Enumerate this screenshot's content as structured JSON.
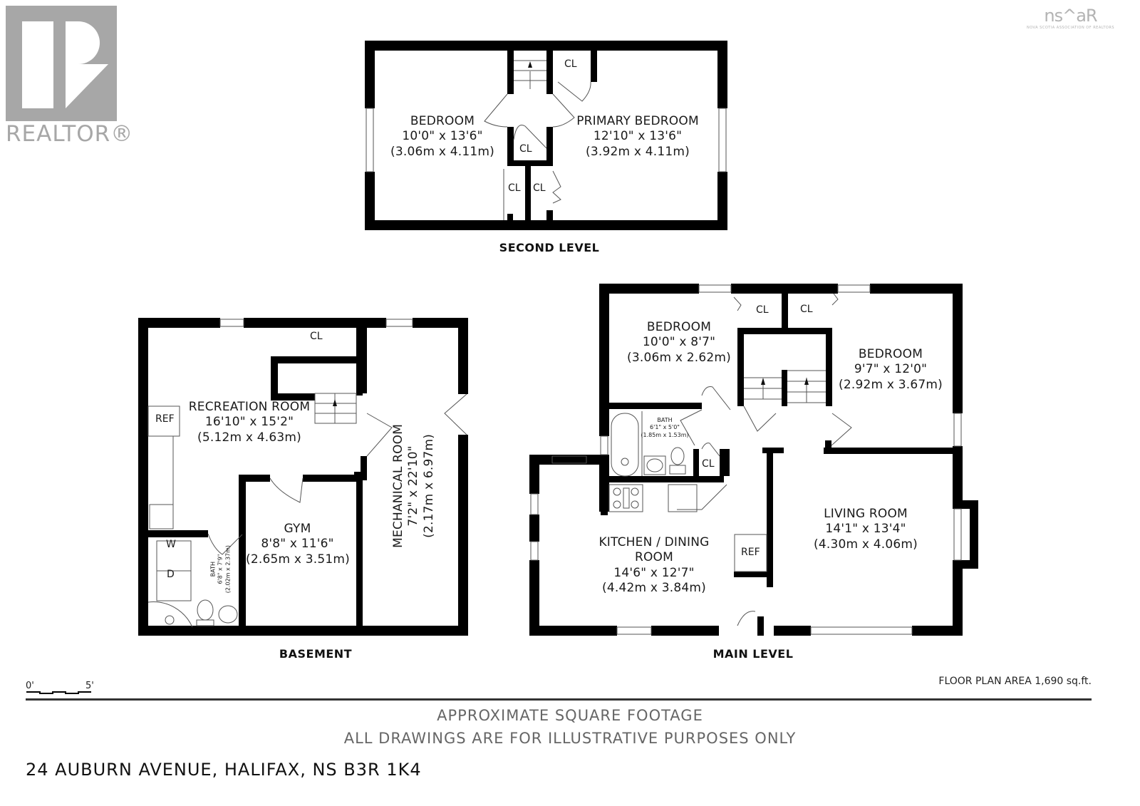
{
  "logos": {
    "realtor": {
      "text": "REALTOR®",
      "color": "#a7a7a7"
    },
    "nsar": {
      "mark": "ns^aR",
      "subtitle": "NOVA SCOTIA ASSOCIATION OF REALTORS",
      "color": "#b3b3b3"
    }
  },
  "levels": {
    "second": {
      "title": "SECOND LEVEL",
      "rooms": [
        {
          "name": "BEDROOM",
          "dim_imperial": "10'0\" x 13'6\"",
          "dim_metric": "(3.06m x 4.11m)"
        },
        {
          "name": "PRIMARY BEDROOM",
          "dim_imperial": "12'10\" x 13'6\"",
          "dim_metric": "(3.92m x 4.11m)"
        }
      ],
      "closets": [
        "CL",
        "CL",
        "CL",
        "CL"
      ]
    },
    "basement": {
      "title": "BASEMENT",
      "rooms": [
        {
          "name": "RECREATION ROOM",
          "dim_imperial": "16'10\" x 15'2\"",
          "dim_metric": "(5.12m x 4.63m)"
        },
        {
          "name": "GYM",
          "dim_imperial": "8'8\" x 11'6\"",
          "dim_metric": "(2.65m x 3.51m)"
        },
        {
          "name": "MECHANICAL ROOM",
          "dim_imperial": "7'2\" x 22'10\"",
          "dim_metric": "(2.17m x 6.97m)"
        },
        {
          "name": "BATH",
          "dim_imperial": "6'8\" x 7'9\"",
          "dim_metric": "(2.02m x 2.37m)"
        }
      ],
      "fixtures": {
        "ref": "REF",
        "washer": "W",
        "dryer": "D",
        "closet": "CL"
      }
    },
    "main": {
      "title": "MAIN LEVEL",
      "rooms": [
        {
          "name": "BEDROOM",
          "dim_imperial": "10'0\" x 8'7\"",
          "dim_metric": "(3.06m x 2.62m)"
        },
        {
          "name": "BEDROOM",
          "dim_imperial": "9'7\" x 12'0\"",
          "dim_metric": "(2.92m x 3.67m)"
        },
        {
          "name": "BATH",
          "dim_imperial": "6'1\" x 5'0\"",
          "dim_metric": "(1.85m x 1.53m)"
        },
        {
          "name": "KITCHEN / DINING",
          "name2": "ROOM",
          "dim_imperial": "14'6\" x 12'7\"",
          "dim_metric": "(4.42m x 3.84m)"
        },
        {
          "name": "LIVING ROOM",
          "dim_imperial": "14'1\" x 13'4\"",
          "dim_metric": "(4.30m x 4.06m)"
        }
      ],
      "fixtures": {
        "ref": "REF",
        "closets": [
          "CL",
          "CL",
          "CL"
        ]
      }
    }
  },
  "scale": {
    "start": "0'",
    "end": "5'"
  },
  "floor_plan_area": "FLOOR PLAN AREA 1,690 sq.ft.",
  "disclaimer": {
    "line1": "APPROXIMATE SQUARE FOOTAGE",
    "line2": "ALL DRAWINGS ARE FOR ILLUSTRATIVE PURPOSES ONLY"
  },
  "address": "24 AUBURN AVENUE, HALIFAX, NS B3R 1K4",
  "colors": {
    "wall": "#000000",
    "thin_line": "#555555",
    "text": "#1a1a1a",
    "logo_gray": "#a7a7a7"
  }
}
